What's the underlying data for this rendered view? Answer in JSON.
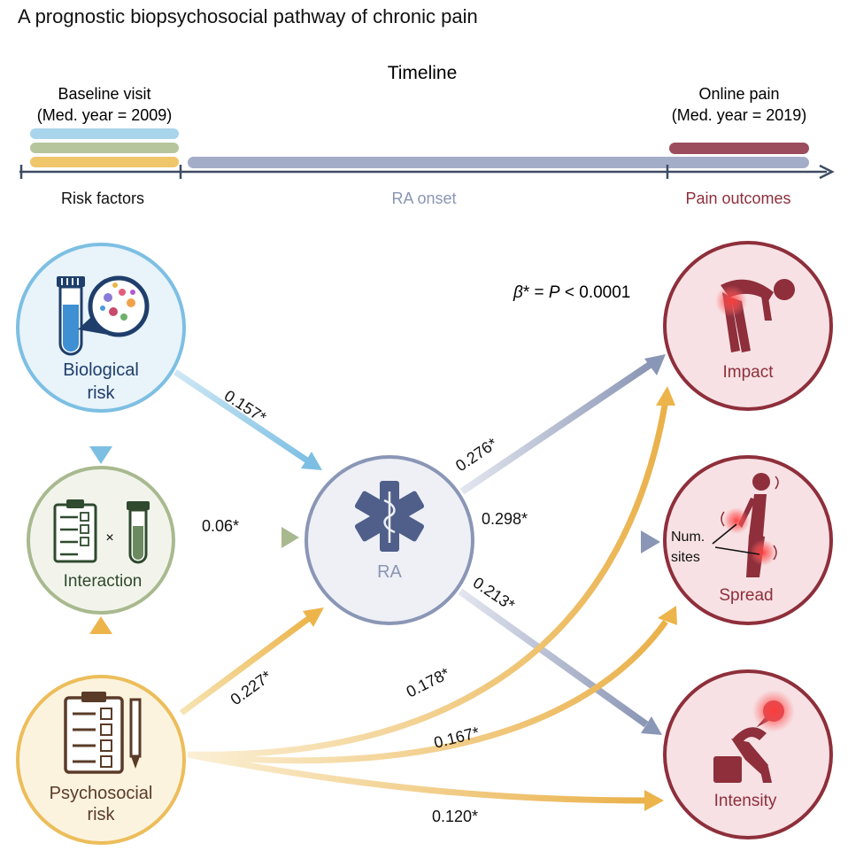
{
  "title": "A prognostic biopsychosocial pathway of chronic pain",
  "timeline": {
    "label": "Timeline",
    "baseline_title": "Baseline visit",
    "baseline_sub": "(Med. year = 2009)",
    "online_title": "Online pain",
    "online_sub": "(Med. year = 2019)",
    "risk_factors": "Risk factors",
    "ra_onset": "RA onset",
    "pain_outcomes": "Pain outcomes"
  },
  "legend": {
    "beta": "β",
    "rest": "* = ",
    "p": "P",
    "value": " < 0.0001"
  },
  "nodes": {
    "biological": [
      "Biological",
      "risk"
    ],
    "interaction": "Interaction",
    "psychosocial": [
      "Psychosocial",
      "risk"
    ],
    "ra": "RA",
    "impact": "Impact",
    "spread": "Spread",
    "num_sites": [
      "Num.",
      "sites"
    ],
    "intensity": "Intensity"
  },
  "paths": {
    "bio_to_ra": "0.157*",
    "interaction_to_ra": "0.06*",
    "psych_to_ra": "0.227*",
    "ra_to_impact": "0.276*",
    "ra_to_spread": "0.298*",
    "ra_to_intensity": "0.213*",
    "psych_to_impact": "0.178*",
    "psych_to_spread": "0.167*",
    "psych_to_intensity": "0.120*"
  },
  "colors": {
    "biological": "#7dbfe3",
    "interaction": "#a9b98f",
    "psychosocial": "#ecbd5a",
    "ra": "#8a96b5",
    "outcome": "#8e2f3b",
    "outcome_fill": "#f7e1e4",
    "timeline": "#3f4d63"
  }
}
